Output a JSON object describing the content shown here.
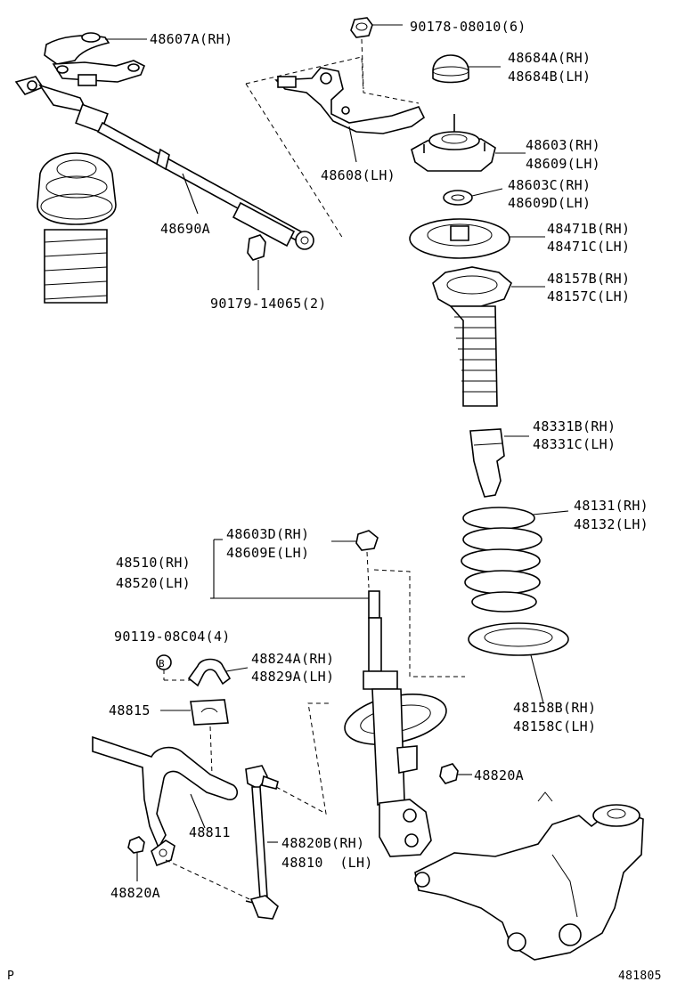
{
  "diagram": {
    "labels": {
      "p48607A": "48607A(RH)",
      "p90178": "90178-08010(6)",
      "p48684A": "48684A(RH)",
      "p48684B": "48684B(LH)",
      "p48603": "48603(RH)",
      "p48609": "48609(LH)",
      "p48608": "48608(LH)",
      "p48603C": "48603C(RH)",
      "p48609D": "48609D(LH)",
      "p48690A": "48690A",
      "p48471B": "48471B(RH)",
      "p48471C": "48471C(LH)",
      "p90179": "90179-14065(2)",
      "p48157B": "48157B(RH)",
      "p48157C": "48157C(LH)",
      "p48331B": "48331B(RH)",
      "p48331C": "48331C(LH)",
      "p48131": "48131(RH)",
      "p48132": "48132(LH)",
      "p48603D": "48603D(RH)",
      "p48609E": "48609E(LH)",
      "p48510": "48510(RH)",
      "p48520": "48520(LH)",
      "p90119": "90119-08C04(4)",
      "pB": "B",
      "p48824A": "48824A(RH)",
      "p48829A": "48829A(LH)",
      "p48158B": "48158B(RH)",
      "p48158C": "48158C(LH)",
      "p48815": "48815",
      "p48820A_right": "48820A",
      "p48811": "48811",
      "p48820B": "48820B(RH)",
      "p48810": "48810  (LH)",
      "p48820A_left": "48820A"
    },
    "corner_left": "P",
    "corner_right": "481805"
  }
}
